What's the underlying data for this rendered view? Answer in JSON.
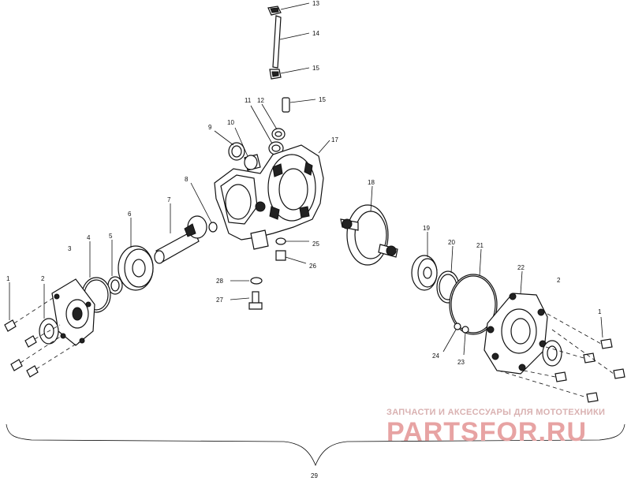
{
  "diagram": {
    "callouts": [
      {
        "id": "c13",
        "text": "13"
      },
      {
        "id": "c14",
        "text": "14"
      },
      {
        "id": "c15a",
        "text": "15"
      },
      {
        "id": "c15b",
        "text": "15"
      },
      {
        "id": "c11",
        "text": "11"
      },
      {
        "id": "c12",
        "text": "12"
      },
      {
        "id": "c9",
        "text": "9"
      },
      {
        "id": "c10",
        "text": "10"
      },
      {
        "id": "c17",
        "text": "17"
      },
      {
        "id": "c8",
        "text": "8"
      },
      {
        "id": "c7",
        "text": "7"
      },
      {
        "id": "c6",
        "text": "6"
      },
      {
        "id": "c5",
        "text": "5"
      },
      {
        "id": "c4",
        "text": "4"
      },
      {
        "id": "c3",
        "text": "3"
      },
      {
        "id": "c2a",
        "text": "2"
      },
      {
        "id": "c1a",
        "text": "1"
      },
      {
        "id": "c18",
        "text": "18"
      },
      {
        "id": "c25",
        "text": "25"
      },
      {
        "id": "c26",
        "text": "26"
      },
      {
        "id": "c28",
        "text": "28"
      },
      {
        "id": "c27",
        "text": "27"
      },
      {
        "id": "c19",
        "text": "19"
      },
      {
        "id": "c20",
        "text": "20"
      },
      {
        "id": "c21",
        "text": "21"
      },
      {
        "id": "c22",
        "text": "22"
      },
      {
        "id": "c2b",
        "text": "2"
      },
      {
        "id": "c1b",
        "text": "1"
      },
      {
        "id": "c24",
        "text": "24"
      },
      {
        "id": "c23",
        "text": "23"
      },
      {
        "id": "c29",
        "text": "29"
      }
    ]
  },
  "watermark": {
    "subtitle": "ЗАПЧАСТИ И АКСЕССУАРЫ ДЛЯ МОТОТЕХНИКИ",
    "brand": "PARTSFOR.RU",
    "color": "#e7a3a3"
  }
}
